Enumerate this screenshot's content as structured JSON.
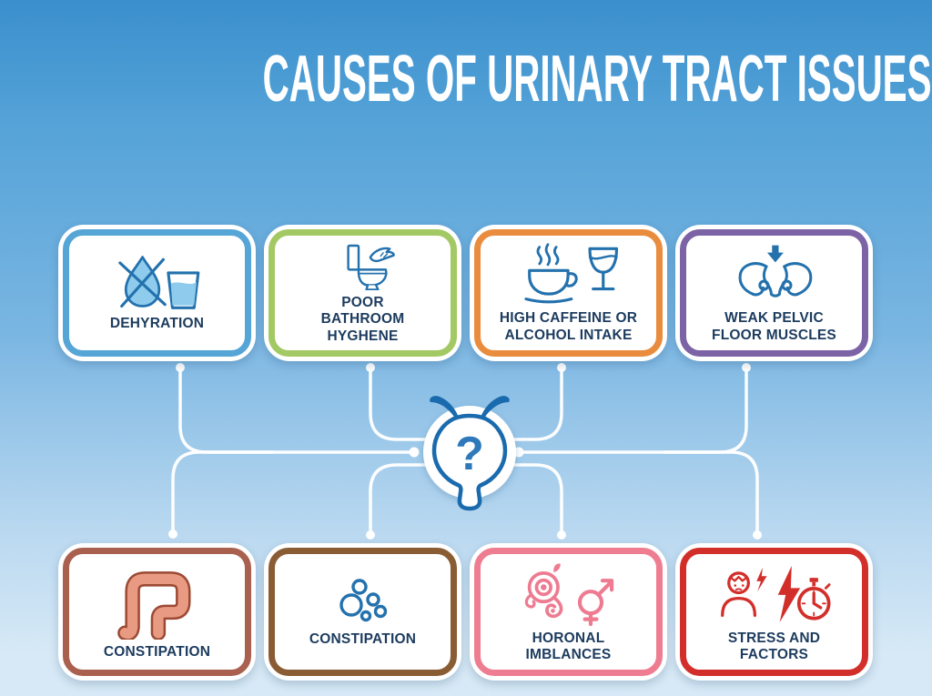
{
  "title": "CAUSES OF URINARY TRACT ISSUES",
  "colors": {
    "bg-top": "#3a8fcd",
    "bg-upper": "#55a3d8",
    "bg-mid": "#7ab6e2",
    "bg-low": "#b9d8f0",
    "bg-bottom": "#d7e9f6",
    "line-white": "#ffffff",
    "text-navy": "#1c3b5e",
    "icon-blue": "#2371ad",
    "icon-light-blue": "#8ecbed",
    "bladder-blue": "#1a6bae",
    "question-blue": "#2f79ba",
    "icon-salmon": "#e89a82",
    "icon-salmon-outline": "#9c4a33",
    "icon-pink": "#ee7b91",
    "icon-red": "#d32f2a"
  },
  "center_icon": {
    "name": "bladder-question-icon",
    "symbol": "?"
  },
  "top_cards": [
    {
      "id": "dehydration",
      "label": "DEHYRATION",
      "border_color": "#55a5d6",
      "icon": "no-water-glass-icon"
    },
    {
      "id": "poor-bathroom-hygiene",
      "label": "POOR\nBATHROOM\nHYGHENE",
      "border_color": "#a3c964",
      "icon": "toilet-hand-icon"
    },
    {
      "id": "high-caffeine-alcohol",
      "label": "HIGH CAFFEINE OR\nALCOHOL INTAKE",
      "border_color": "#e98c3d",
      "icon": "coffee-wine-icon"
    },
    {
      "id": "weak-pelvic-floor",
      "label": "WEAK PELVIC\nFLOOR MUSCLES",
      "border_color": "#7c63a5",
      "icon": "pelvis-arrow-icon"
    }
  ],
  "bottom_cards": [
    {
      "id": "constipation-1",
      "label": "CONSTIPATION",
      "border_color": "#a9604f",
      "icon": "intestine-icon"
    },
    {
      "id": "constipation-2",
      "label": "CONSTIPATION",
      "border_color": "#8a5c33",
      "icon": "bubbles-icon"
    },
    {
      "id": "hormonal-imbalances",
      "label": "HORONAL\nIMBLANCES",
      "border_color": "#ef7d92",
      "icon": "gender-symbols-icon"
    },
    {
      "id": "stress-factors",
      "label": "STRESS AND\nFACTORS",
      "border_color": "#d32f2a",
      "icon": "stress-bolt-stopwatch-icon"
    }
  ]
}
